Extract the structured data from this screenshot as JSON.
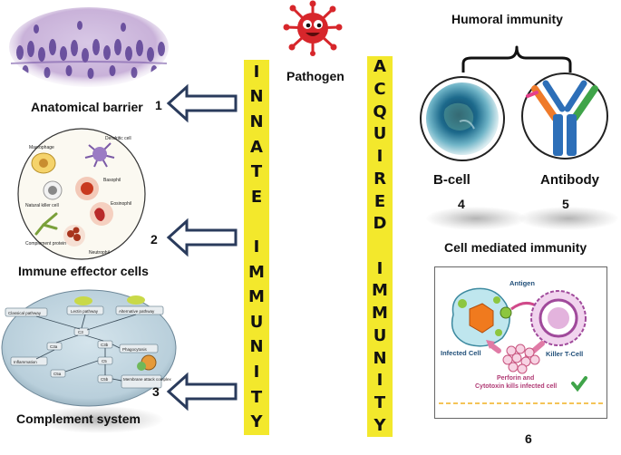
{
  "innate": {
    "letters": [
      "I",
      "N",
      "N",
      "A",
      "T",
      "E",
      "",
      "I",
      "M",
      "M",
      "U",
      "N",
      "I",
      "T",
      "Y"
    ]
  },
  "acquired": {
    "letters": [
      "A",
      "C",
      "Q",
      "U",
      "I",
      "R",
      "E",
      "D",
      "",
      "I",
      "M",
      "M",
      "U",
      "N",
      "I",
      "T",
      "Y"
    ]
  },
  "pathogen": {
    "label": "Pathogen"
  },
  "left_items": [
    {
      "label": "Anatomical barrier",
      "number": "1"
    },
    {
      "label": "Immune effector cells",
      "number": "2"
    },
    {
      "label": "Complement system",
      "number": "3"
    }
  ],
  "effector_cells": {
    "labels": [
      "Dendritic cell",
      "Macrophage",
      "Natural killer cell",
      "Basophil",
      "Complement protein",
      "Eosinophil",
      "Neutrophil"
    ]
  },
  "complement": {
    "labels": [
      "Classical pathway",
      "Lectin pathway",
      "Alternative pathway",
      "C3",
      "C3a",
      "C3b",
      "C5",
      "C5a",
      "C5b",
      "Inflammation",
      "Phagocytosis",
      "Membrane attack complex"
    ]
  },
  "humoral": {
    "title": "Humoral immunity",
    "bcell_label": "B-cell",
    "bcell_number": "4",
    "antibody_label": "Antibody",
    "antibody_number": "5"
  },
  "cell_mediated": {
    "title": "Cell mediated immunity",
    "antigen_label": "Antigen",
    "infected_label": "Infected Cell",
    "killer_label": "Killer T-Cell",
    "perforin_line1": "Perforin and",
    "perforin_line2": "Cytotoxin kills infected cell",
    "number": "6"
  },
  "colors": {
    "band": "#f3e82c",
    "arrow_stroke": "#2a3b5c",
    "pathogen": "#d7262b",
    "antibody_orange": "#ef7a2a",
    "antibody_green": "#3fa449",
    "antibody_blue": "#2d6fb8"
  }
}
